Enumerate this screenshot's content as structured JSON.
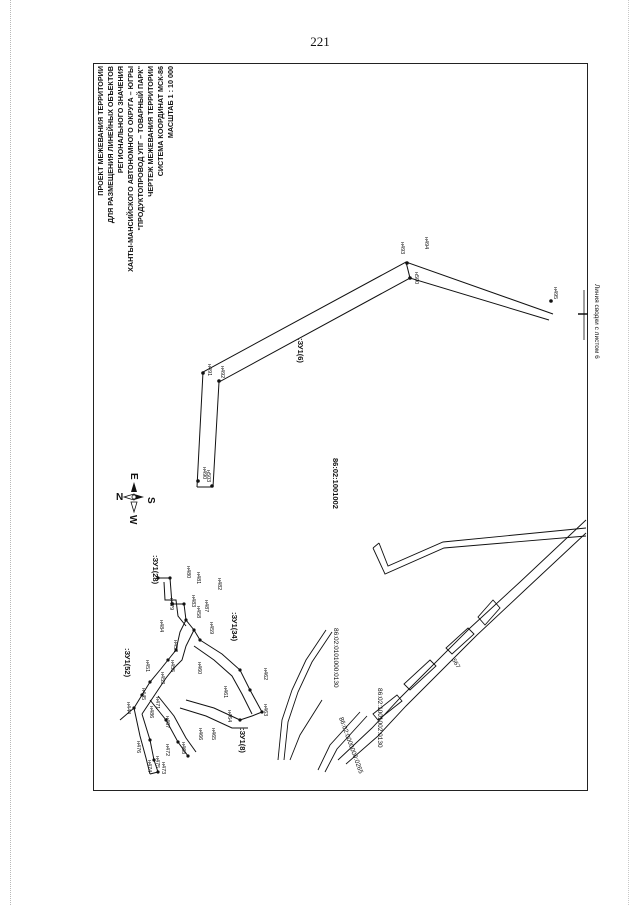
{
  "page_number": "221",
  "title_block": [
    "ПРОЕКТ МЕЖЕВАНИЯ ТЕРРИТОРИИ",
    "ДЛЯ РАЗМЕЩЕНИЯ ЛИНЕЙНЫХ ОБЪЕКТОВ",
    "РЕГИОНАЛЬНОГО ЗНАЧЕНИЯ",
    "ХАНТЫ-МАНСИЙСКОГО АВТОНОМНОГО ОКРУГА – ЮГРЫ",
    "\"ПРОДУКТОПРОВОД УПГ – ТОВАРНЫЙ ПАРК\"",
    "ЧЕРТЕЖ МЕЖЕВАНИЯ ТЕРРИТОРИИ",
    "СИСТЕМА КООРДИНАТ МСК-86",
    "МАСШТАБ 1 : 10 000"
  ],
  "compass": {
    "n": "N",
    "s": "S",
    "e": "E",
    "w": "W"
  },
  "match_line": "Линия сводки с листом 6",
  "block_labels": {
    "main": "86:02:1001002",
    "parcel_0130_a": "86:02:0101000:0130",
    "parcel_0130_b": "86:02:1001002:0130",
    "parcel_0265": "86:02:0000000:0265"
  },
  "zu_labels": {
    "zu16": ":ЗУ1(6)",
    "zu28": ":ЗУ1(28)",
    "zu34": ":ЗУ1(34)",
    "zu52": ":ЗУ1(52)",
    "zu8": ":ЗУ1(8)"
  },
  "unlabeled_mark": "567",
  "points": {
    "n490": "н490",
    "n491": "н491",
    "n492": "н492",
    "n493": "н493",
    "n494": "н494",
    "n495": "н495",
    "n503": "н503",
    "n500": "н500",
    "n480": "н480",
    "n481": "н481",
    "n482": "н482",
    "n479": "н479",
    "n483": "н483",
    "n487": "н487",
    "n458": "н458",
    "n484": "н484",
    "n454": "н454",
    "n455": "н455",
    "n459": "н459",
    "n460": "н460",
    "n451": "н451",
    "n453": "н453",
    "n461": "н461",
    "n462": "н462",
    "n463": "н463",
    "n464": "н464",
    "n445": "н445",
    "n444": "н444",
    "n471": "н471",
    "n486": "н486",
    "n467": "н467",
    "n466": "н466",
    "n465": "н465",
    "n468": "н468",
    "n472": "н472",
    "n473": "н473",
    "n474": "н474",
    "n475": "н475",
    "n476": "н476"
  }
}
